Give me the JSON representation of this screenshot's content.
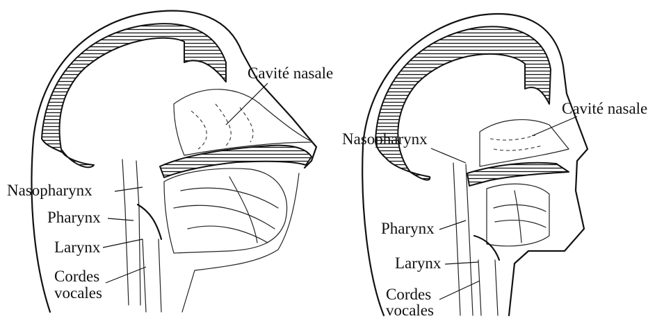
{
  "left_figure": {
    "labels": {
      "nasal_cavity": "Cavité nasale",
      "nasopharynx": "Nasopharynx",
      "pharynx": "Pharynx",
      "larynx": "Larynx",
      "vocal_cords_line1": "Cordes",
      "vocal_cords_line2": "vocales"
    }
  },
  "right_figure": {
    "labels": {
      "nasal_cavity": "Cavité nasale",
      "nasopharynx": "Nasopharynx",
      "pharynx": "Pharynx",
      "larynx": "Larynx",
      "vocal_cords_line1": "Cordes",
      "vocal_cords_line2": "vocales"
    }
  }
}
